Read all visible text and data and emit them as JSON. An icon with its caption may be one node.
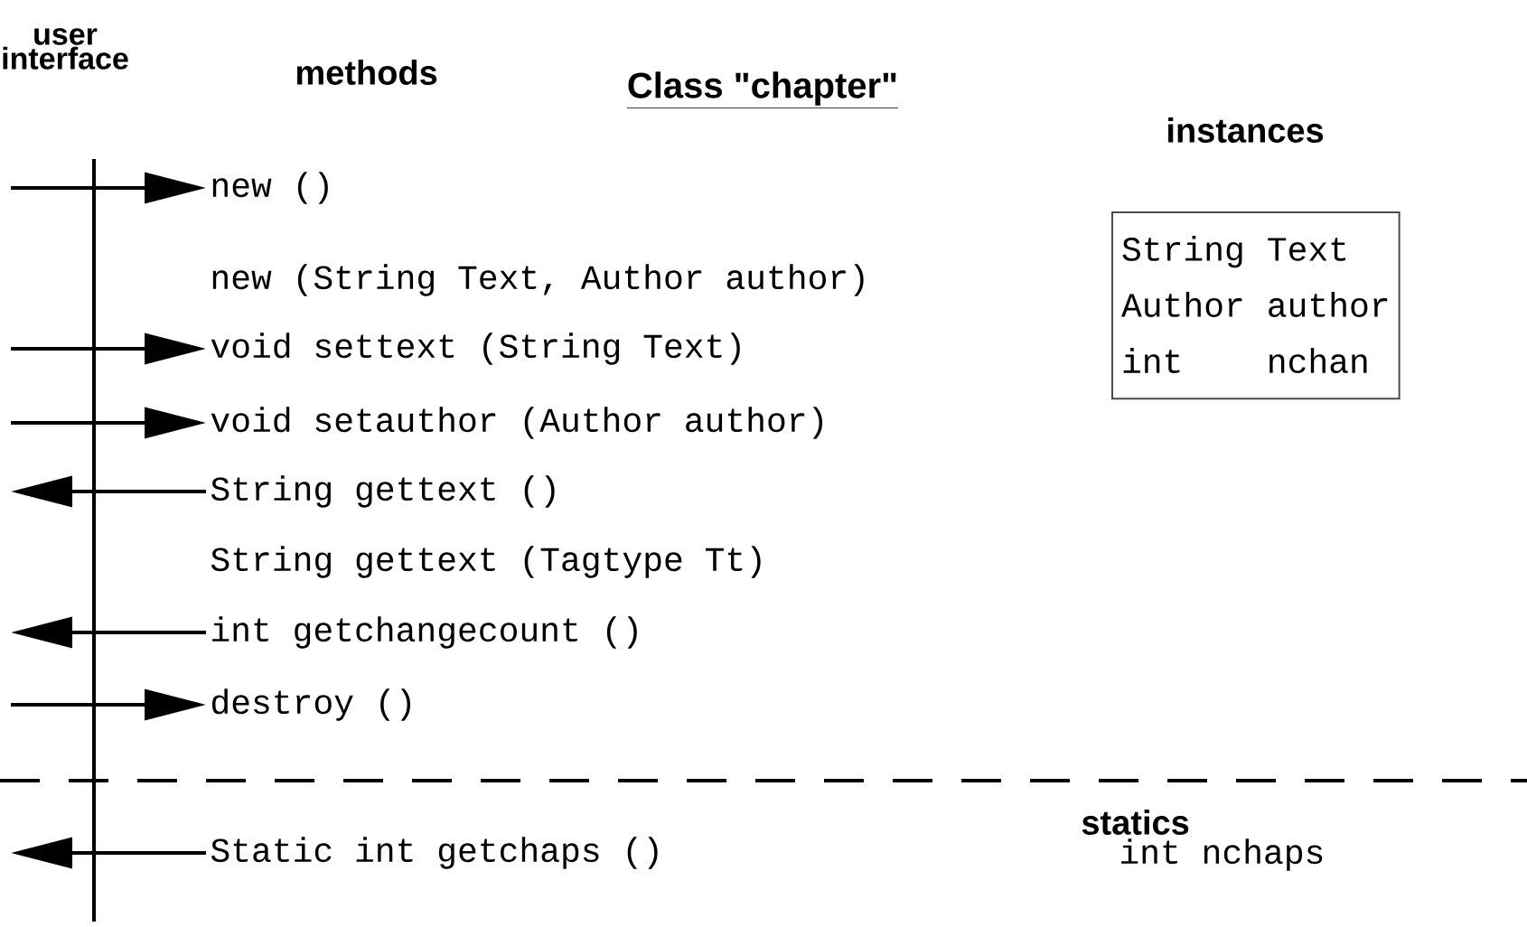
{
  "diagram": {
    "title": "Class \"chapter\"",
    "nodes": [
      {
        "text": [
          "new ()"
        ]
      },
      {
        "text": [
          "void settext (String Text)"
        ]
      },
      {
        "text": [
          "void setauthor (Author author)"
        ]
      },
      {
        "text": [
          "String gettext ()"
        ]
      },
      {
        "text": [
          "int getchangecount ()"
        ]
      },
      {
        "text": [
          "destroy ()"
        ]
      },
      {
        "text": [
          "Static int getchaps ()"
        ]
      },
      {
        "text": [
          "String",
          "Text",
          "Author",
          "author",
          "int",
          "nchan"
        ]
      }
    ],
    "edges": [
      {
        "from": null,
        "to": 0,
        "arrow": "to"
      },
      {
        "from": null,
        "to": 1,
        "arrow": "to"
      },
      {
        "from": null,
        "to": 2,
        "arrow": "to"
      },
      {
        "from": 3,
        "to": null,
        "arrow": "to"
      },
      {
        "from": 4,
        "to": null,
        "arrow": "to"
      },
      {
        "from": null,
        "to": 5,
        "arrow": "to"
      },
      {
        "from": 6,
        "to": null,
        "arrow": "to"
      }
    ],
    "labels": [
      "user interface",
      "methods",
      "instances",
      "new (String Text, Author author)",
      "String gettext (Tagtype Tt)",
      "statics",
      "int nchaps"
    ]
  }
}
